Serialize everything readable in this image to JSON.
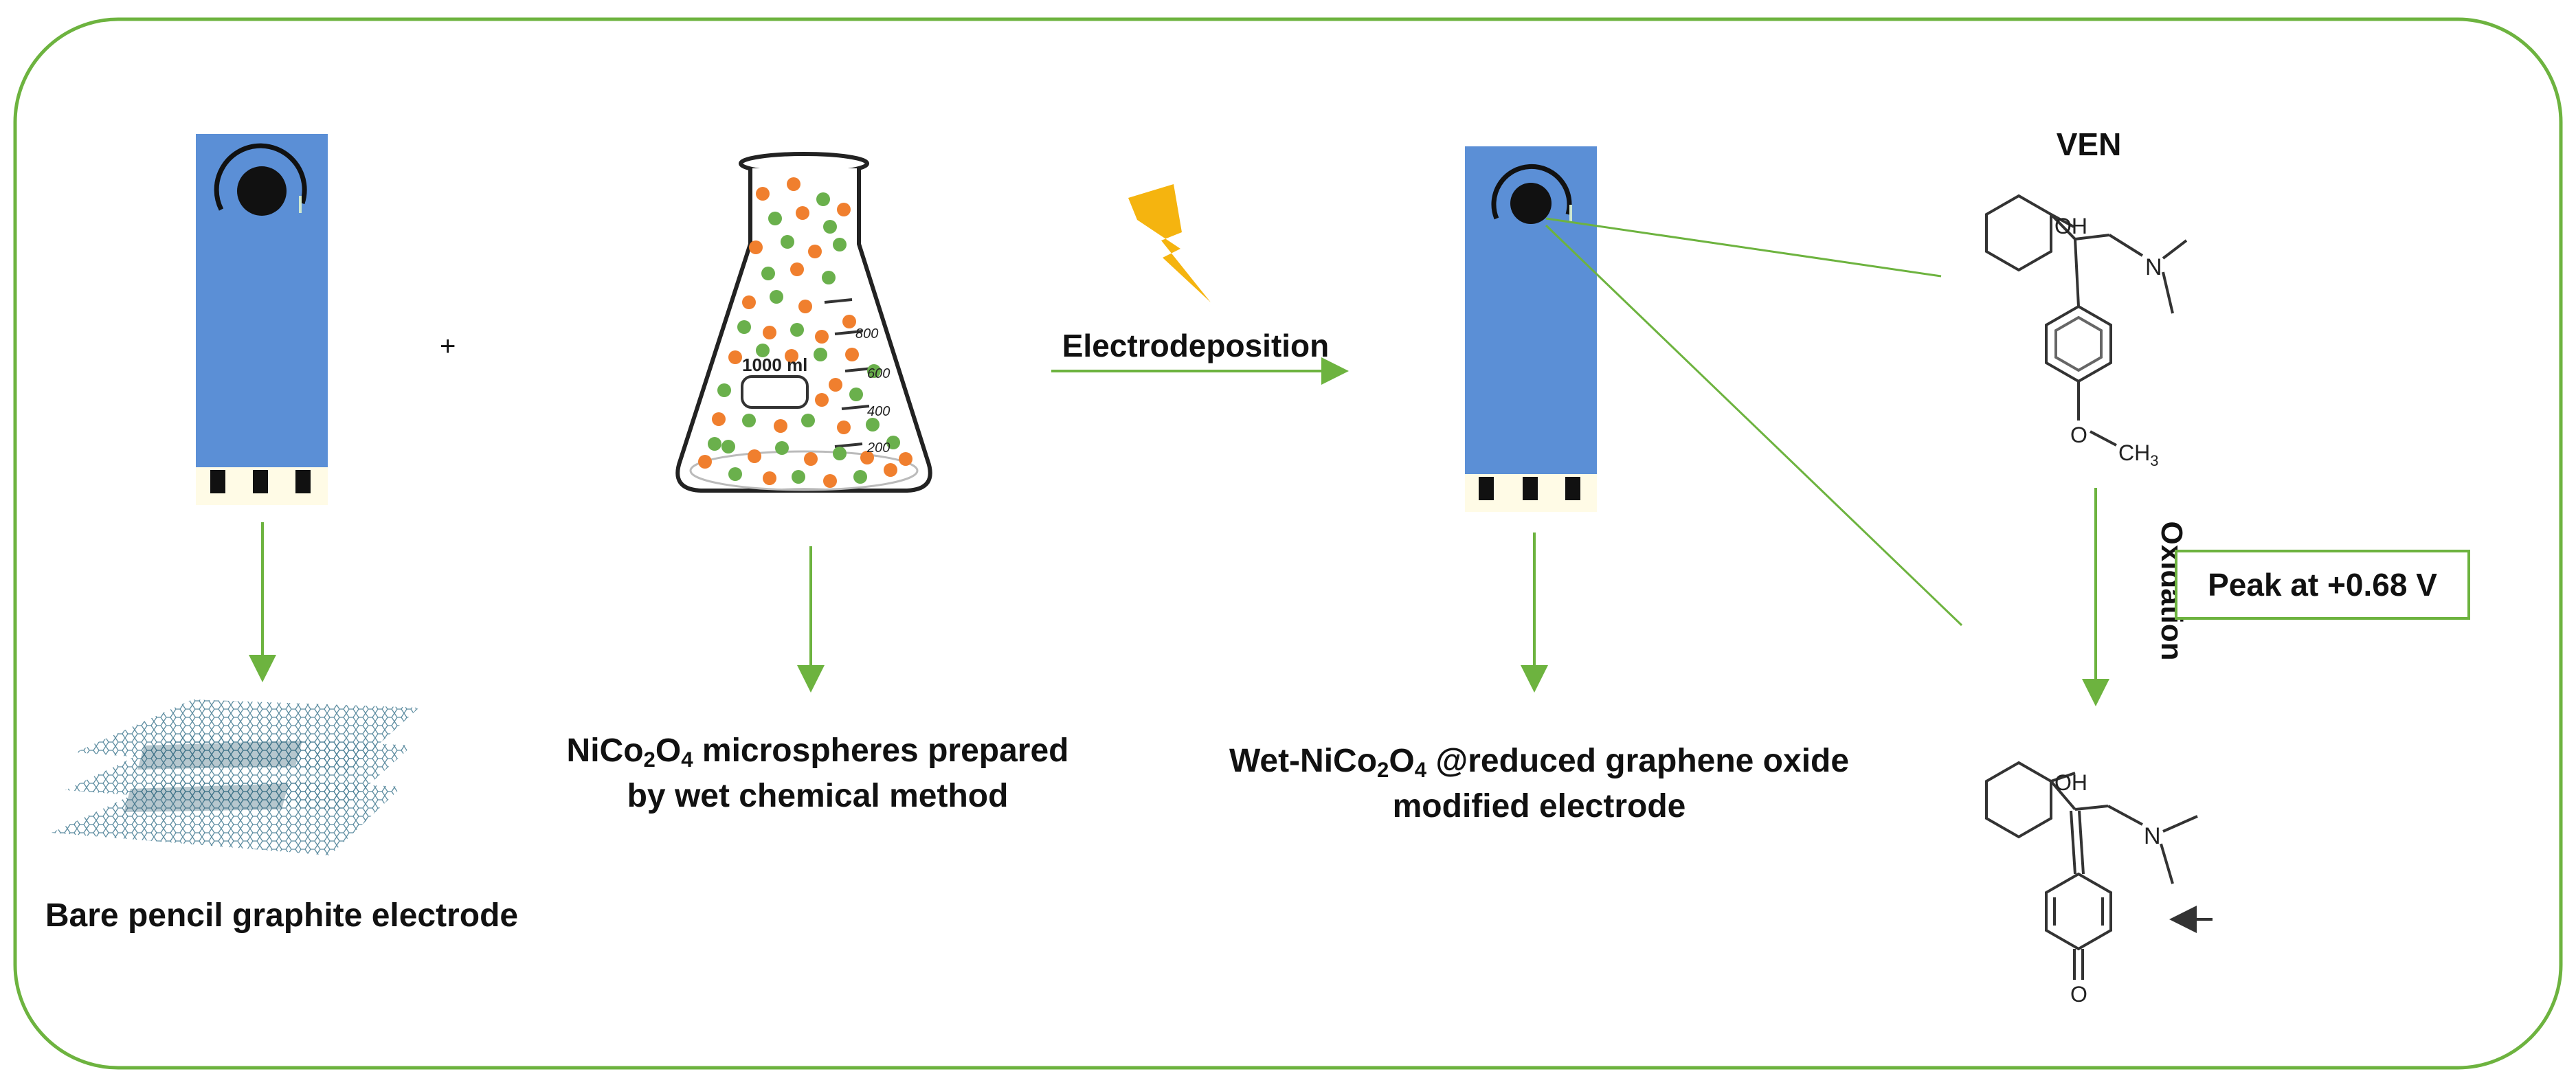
{
  "labels": {
    "bare_electrode": "Bare  pencil graphite electrode",
    "nico_line1": "NiCo2O4 microspheres prepared",
    "nico_line2": "by wet chemical method",
    "modified_line1": "Wet-NiCo2O4 @reduced graphene oxide",
    "modified_line2": "modified electrode",
    "ven": "VEN",
    "electrodeposition": "Electrodeposition",
    "oxidation": "Oxidation",
    "peak": "Peak at +0.68 V",
    "plus": "+"
  },
  "flask": {
    "volume_label": "1000 ml",
    "tick_labels": [
      "800",
      "600",
      "400",
      "200"
    ]
  },
  "molecule": {
    "oh": "OH",
    "n": "N",
    "o": "O",
    "ch3": "CH3"
  },
  "colors": {
    "border": "#6db33f",
    "electrode_blue": "#5b8fd6",
    "arrow_green": "#6db33f",
    "dot_orange": "#f07f2e",
    "dot_green": "#6ab04c",
    "bolt": "#f5b40f"
  },
  "icons": [
    "lightning-bolt-icon",
    "erlenmeyer-flask-icon",
    "graphene-sheet-icon"
  ]
}
